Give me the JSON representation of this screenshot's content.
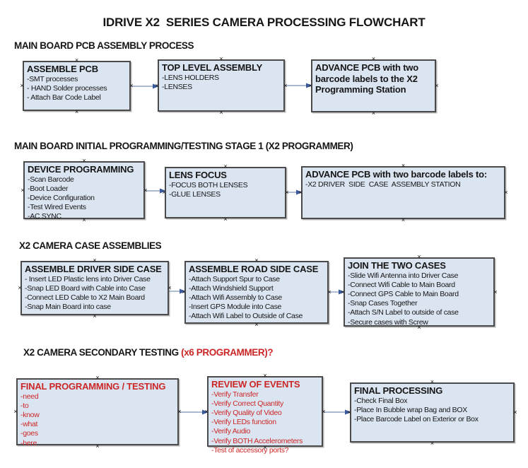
{
  "title": "IDRIVE X2  SERIES CAMERA PROCESSING FLOWCHART",
  "colors": {
    "box_fill": "#dbe5f1",
    "box_border": "#4a4a4a",
    "red_text": "#cc2727",
    "arrow_line": "#8fa3c2",
    "arrow_head": "#3a5a9c",
    "text": "#161616"
  },
  "sections": [
    {
      "heading": "MAIN BOARD PCB ASSEMBLY PROCESS",
      "boxes": [
        {
          "title": "ASSEMBLE PCB",
          "items": [
            "-SMT processes",
            "- HAND Solder processes",
            "- Attach Bar Code Label"
          ]
        },
        {
          "title": "TOP LEVEL ASSEMBLY",
          "items": [
            "-LENS HOLDERS",
            "-LENSES"
          ]
        },
        {
          "title": "ADVANCE PCB with two barcode labels to the X2 Programming Station",
          "items": []
        }
      ]
    },
    {
      "heading": "MAIN BOARD INITIAL PROGRAMMING/TESTING STAGE 1 (X2 PROGRAMMER)",
      "boxes": [
        {
          "title": "DEVICE PROGRAMMING",
          "items": [
            "-Scan Barcode",
            "-Boot Loader",
            "-Device Configuration",
            "-Test Wired Events",
            "-AC SYNC"
          ]
        },
        {
          "title": "LENS FOCUS",
          "items": [
            "-FOCUS BOTH LENSES",
            "-GLUE LENSES"
          ]
        },
        {
          "title": "ADVANCE PCB with two barcode labels to:",
          "items": [
            "-X2 DRIVER  SIDE  CASE  ASSEMBLY STATION"
          ]
        }
      ]
    },
    {
      "heading": "X2 CAMERA CASE ASSEMBLIES",
      "boxes": [
        {
          "title": "ASSEMBLE DRIVER SIDE CASE",
          "items": [
            "- Insert LED Plastic lens into Driver Case",
            "-Snap LED Board with Cable into Case",
            "-Connect LED Cable to X2 Main Board",
            "-Snap Main Board into case"
          ]
        },
        {
          "title": "ASSEMBLE ROAD SIDE CASE",
          "items": [
            "-Attach Support Spur to Case",
            "-Attach Windshield Support",
            "-Attach Wifi Assembly to Case",
            "-Insert GPS Module into Case",
            "-Attach Wifi Label to Outside of Case"
          ]
        },
        {
          "title": "JOIN THE TWO CASES",
          "items": [
            "-Slide Wifi Antenna into Driver Case",
            "-Connect Wifi Cable to Main Board",
            "-Connect GPS Cable to Main Board",
            "-Snap Cases Together",
            "-Attach S/N Label to outside of case",
            "-Secure cases with Screw"
          ]
        }
      ]
    },
    {
      "heading": "X2 CAMERA SECONDARY TESTING ",
      "heading_red": "(x6 PROGRAMMER)?",
      "boxes": [
        {
          "title": "FINAL PROGRAMMING / TESTING",
          "items": [
            "-need",
            "-to",
            "-know",
            "-what",
            "-goes",
            "-here"
          ],
          "red": true
        },
        {
          "title": "REVIEW OF EVENTS",
          "items": [
            "-Verify Transfer",
            "-Verify Correct Quantity",
            "-Verify Quality of Video",
            "-Verify LEDs function",
            "-Verify Audio",
            "-Verify BOTH Accelerometers",
            "-Test of accessory ports?"
          ],
          "red": true
        },
        {
          "title": "FINAL PROCESSING",
          "items": [
            "-Check Final Box",
            "-Place In Bubble wrap Bag and BOX",
            "-Place Barcode Label on Exterior or Box"
          ]
        }
      ]
    }
  ]
}
